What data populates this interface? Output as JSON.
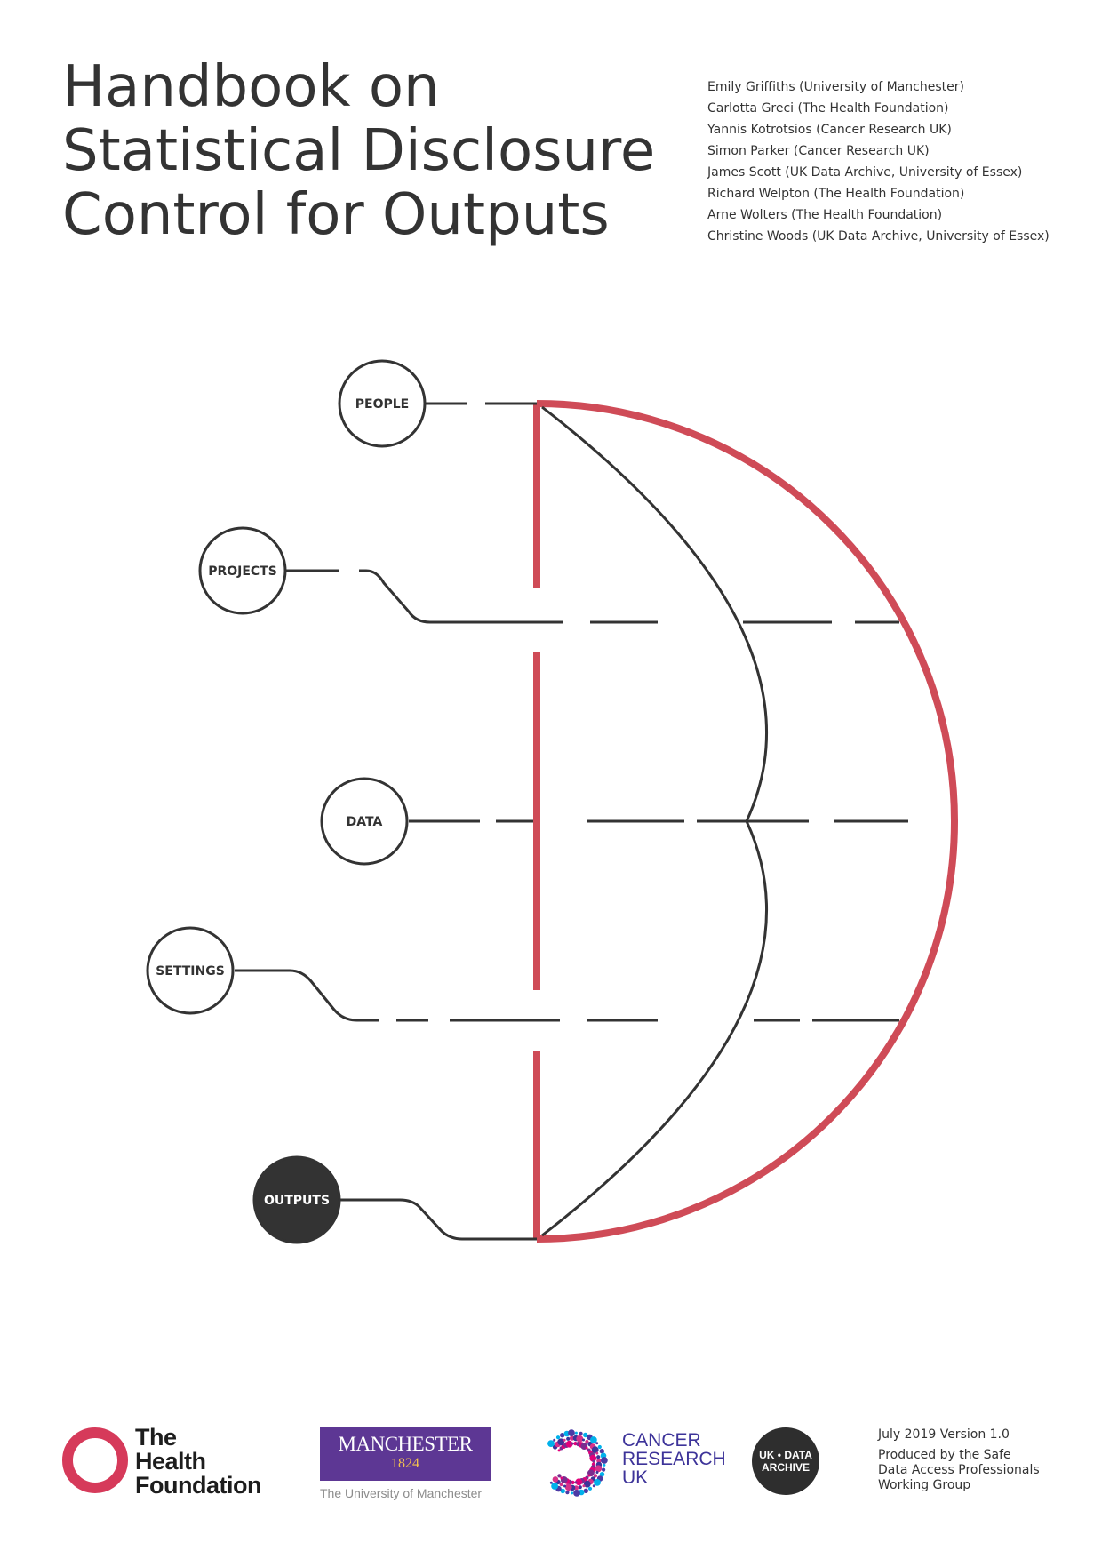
{
  "title": {
    "line1": "Handbook on",
    "line2": "Statistical Disclosure",
    "line3": "Control for Outputs"
  },
  "authors": [
    "Emily Griffiths (University of Manchester)",
    "Carlotta Greci (The Health Foundation)",
    "Yannis Kotrotsios (Cancer Research UK)",
    "Simon Parker (Cancer Research UK)",
    "James Scott (UK Data Archive, University of Essex)",
    "Richard Welpton (The Health Foundation)",
    "Arne Wolters (The Health Foundation)",
    "Christine Woods (UK Data Archive, University of Essex)"
  ],
  "diagram": {
    "nodes": [
      "PEOPLE",
      "PROJECTS",
      "DATA",
      "SETTINGS",
      "OUTPUTS"
    ],
    "colors": {
      "red": "#cf4b57",
      "dark": "#333333",
      "highlight_fill": "#333333"
    }
  },
  "logos": {
    "health_foundation": {
      "line1": "The",
      "line2": "Health",
      "line3": "Foundation"
    },
    "manchester": {
      "name": "MANCHESTER",
      "year": "1824",
      "sub": "The University of Manchester"
    },
    "cruk": {
      "line1": "CANCER",
      "line2": "RESEARCH",
      "line3": "UK"
    },
    "ukda": {
      "line1": "UK • DATA",
      "line2": "ARCHIVE"
    }
  },
  "footer": {
    "version": "July  2019 Version 1.0",
    "line1": "Produced by the Safe",
    "line2": "Data Access Professionals",
    "line3": "Working Group"
  }
}
